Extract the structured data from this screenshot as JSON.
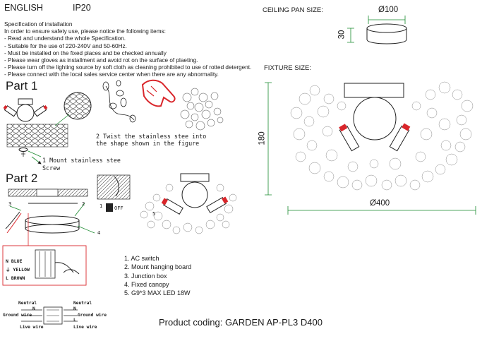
{
  "header": {
    "language": "ENGLISH",
    "ip_rating": "IP20"
  },
  "spec": {
    "title": "Specification of installation",
    "lines": [
      "In order to ensure safety use, please notice the following items:",
      "- Read and understand the whole Specification.",
      "- Suitable for the use of 220-240V and 50-60Hz.",
      "- Must be installed on the fixed places and be checked annually",
      "- Please wear gloves as installment and avoid rot on the surface of plaeting.",
      "- Please turn off the lighting source by soft cloth as cleaning prohibited to use of rotted detergent.",
      "- Please connect with the local sales service center when there are any abnormality."
    ]
  },
  "part1": {
    "title": "Part 1",
    "step1": "1 Mount stainless stee",
    "screw": "Screw",
    "step2_line1": "2 Twist the stainless stee  into",
    "step2_line2": "the shape shown in the figure"
  },
  "part2": {
    "title": "Part 2",
    "switch_off": "OFF",
    "callouts": [
      "1",
      "2",
      "3",
      "4",
      "5"
    ],
    "colors": [
      {
        "symbol": "N",
        "label": "BLUE"
      },
      {
        "symbol": "⏚",
        "label": "YELLOW"
      },
      {
        "symbol": "L",
        "label": "BROWN"
      }
    ]
  },
  "legend": [
    "1. AC switch",
    "2. Mount hanging board",
    "3. Junction box",
    "4. Fixed canopy",
    "5. G9*3 MAX LED 18W"
  ],
  "wiring": {
    "neutral_left": "Neutral",
    "neutral_right": "Neutral",
    "ground_left": "Ground wire",
    "ground_right": "Ground wire",
    "live_left": "Live wire",
    "live_right": "Live wire",
    "terminal_n": "N",
    "terminal_e": "⏚",
    "terminal_l": "L"
  },
  "dimensions": {
    "canopy_label": "CEILING PAN  SIZE:",
    "canopy_diameter": "Ø100",
    "canopy_height": "30",
    "fixture_label": "FIXTURE SIZE:",
    "fixture_height": "180",
    "fixture_diameter": "Ø400"
  },
  "product_coding": "Product coding: GARDEN AP-PL3 D400",
  "colors": {
    "accent_red": "#d9262b",
    "line": "#222222",
    "grid": "#555555"
  }
}
